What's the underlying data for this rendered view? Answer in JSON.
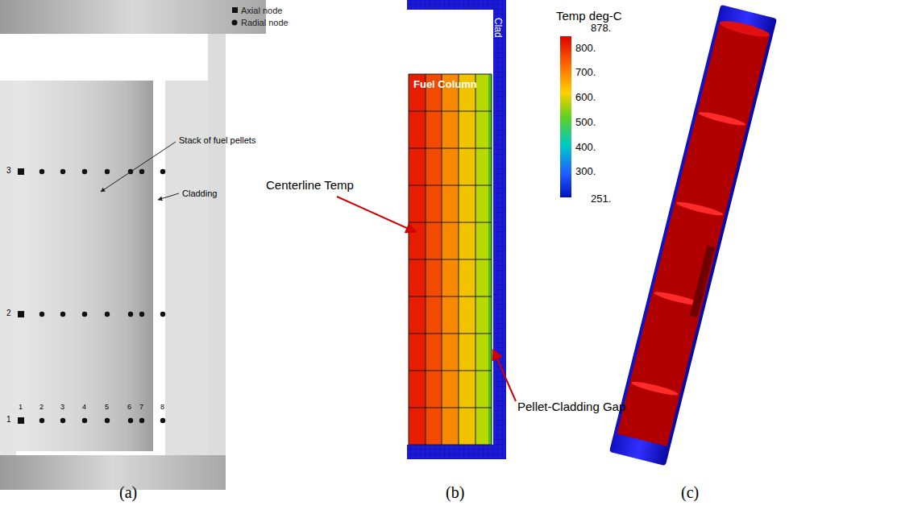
{
  "diagram": {
    "labels": [
      "3",
      "2",
      "1",
      "1",
      "2",
      "3",
      "4",
      "5",
      "6",
      "7",
      "8",
      "Stack of fuel pellets",
      "Cladding",
      "Fuel Column",
      "Clad",
      "Temp deg-C",
      "878.",
      "800.",
      "700.",
      "600.",
      "500.",
      "400.",
      "300.",
      "251.",
      "Centerline Temp",
      "Pellet-Cladding Gap",
      "(a)",
      "(b)",
      "(c)"
    ],
    "legend": [
      {
        "text": "Axial node"
      },
      {
        "text": "Radial node"
      }
    ]
  }
}
